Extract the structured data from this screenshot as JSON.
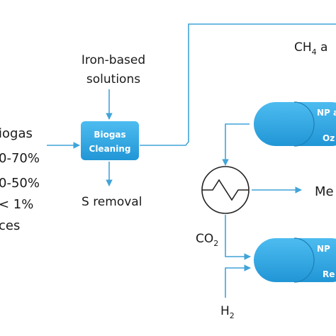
{
  "colors": {
    "accent": "#41a4d8",
    "box_fill": "#2ba7e3",
    "text": "#1a1a1a"
  },
  "inputs": {
    "title": "iogas",
    "line1": "0-70%",
    "line2": "0-50%",
    "line3": "< 1%",
    "line4": "ces"
  },
  "iron_label": {
    "line1": "Iron-based",
    "line2": "solutions"
  },
  "cleaning_box": {
    "line1": "Biogas",
    "line2": "Cleaning"
  },
  "s_removal": "S removal",
  "ch4_label": {
    "main": "CH",
    "sub": "4",
    "rest": " a"
  },
  "reactor_top": {
    "line1": "NP a",
    "line2": "Oz"
  },
  "reactor_bottom": {
    "line1": "NP",
    "line2": "Re"
  },
  "methane_label": "Me",
  "co2_label": {
    "main": "CO",
    "sub": "2"
  },
  "h2_label": {
    "main": "H",
    "sub": "2"
  },
  "heat_exchanger_icon": "heat-exchanger-icon"
}
